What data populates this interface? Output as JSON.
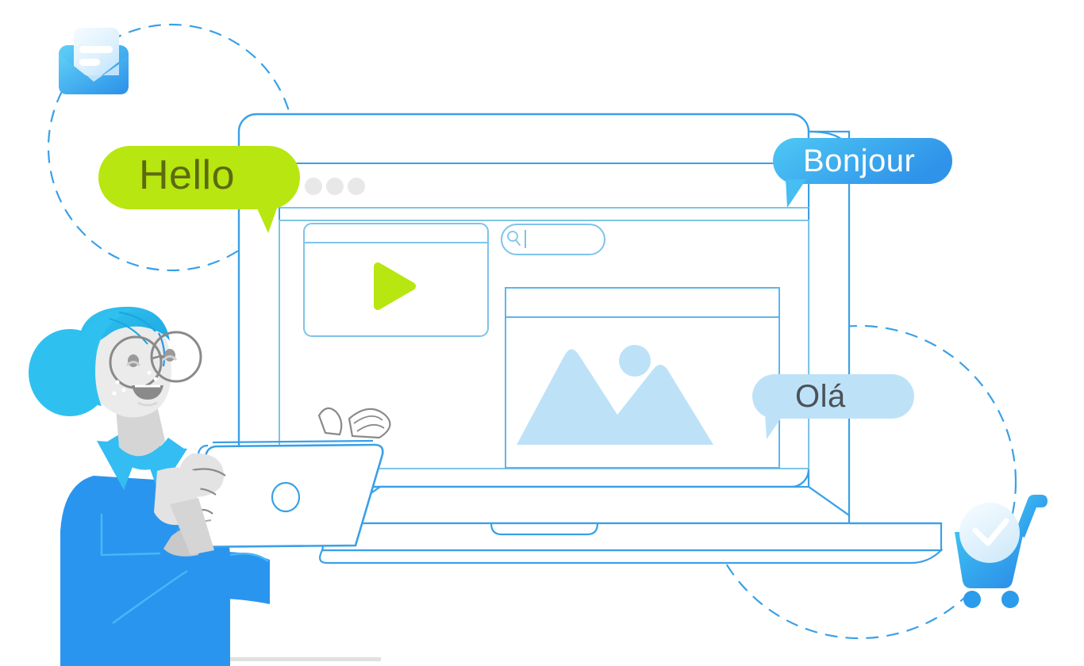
{
  "illustration": {
    "title": "Multilingual website translation illustration",
    "background_color": "#ffffff"
  },
  "speech_bubbles": [
    {
      "name": "hello-bubble",
      "text": "Hello",
      "language": "English",
      "fill": "#b8e611",
      "text_color": "#5b6b0f",
      "tail": "bottom-right"
    },
    {
      "name": "bonjour-bubble",
      "text": "Bonjour",
      "language": "French",
      "fill_from": "#4fc8f5",
      "fill_to": "#2b8fe8",
      "text_color": "#ffffff",
      "tail": "bottom-left"
    },
    {
      "name": "ola-bubble",
      "text": "Olá",
      "language": "Portuguese",
      "fill": "#bde2f8",
      "text_color": "#4a5258",
      "tail": "bottom-left"
    }
  ],
  "monitor": {
    "name": "desktop-monitor",
    "outline_color": "#3aa0e8",
    "browser": {
      "window_dots": 3,
      "dot_color": "#e8e8e8",
      "cards": [
        {
          "name": "video-player-card",
          "kind": "video",
          "play_icon_color": "#b8e611",
          "play_icon": "play-triangle-icon"
        },
        {
          "name": "image-placeholder-card",
          "kind": "image",
          "shape_color": "#bde2f8",
          "contents": [
            "mountain-shape",
            "sun-circle"
          ]
        }
      ],
      "search": {
        "name": "search-input",
        "icon": "search-icon",
        "value": "",
        "placeholder": "",
        "cursor_visible": true,
        "border_color": "#7ec4ea"
      }
    }
  },
  "character": {
    "name": "woman-with-laptop",
    "hair_color": "#2ec1f0",
    "hair_highlight": "#1aa8e0",
    "skin_color": "#ebebeb",
    "skin_shadow": "#d5d5d5",
    "shirt_color": "#2a95ef",
    "collar_color": "#34bdf2",
    "glasses_color": "#8a8a8a",
    "laptop_outline": "#3aa0e8",
    "laptop_logo": "circle-logo"
  },
  "decorations": [
    {
      "name": "envelope-icon",
      "kind": "mail",
      "fill_from": "#4fc8f5",
      "fill_to": "#2b8fe8",
      "letter_color": "#ffffff"
    },
    {
      "name": "shopping-cart-icon",
      "kind": "cart",
      "fill_from": "#4fc8f5",
      "fill_to": "#2b8fe8",
      "badge": "check-icon",
      "badge_color": "#e4f2fb"
    },
    {
      "name": "dashed-circle-left",
      "kind": "dashed-circle",
      "stroke": "#3aa0e8"
    },
    {
      "name": "dashed-circle-right",
      "kind": "dashed-circle",
      "stroke": "#3aa0e8"
    }
  ],
  "colors": {
    "accent_blue": "#2a95ef",
    "light_blue": "#bde2f8",
    "line_blue": "#3aa0e8",
    "accent_green": "#b8e611",
    "dot_gray": "#e8e8e8",
    "floor_gray": "#e0e0e0"
  }
}
